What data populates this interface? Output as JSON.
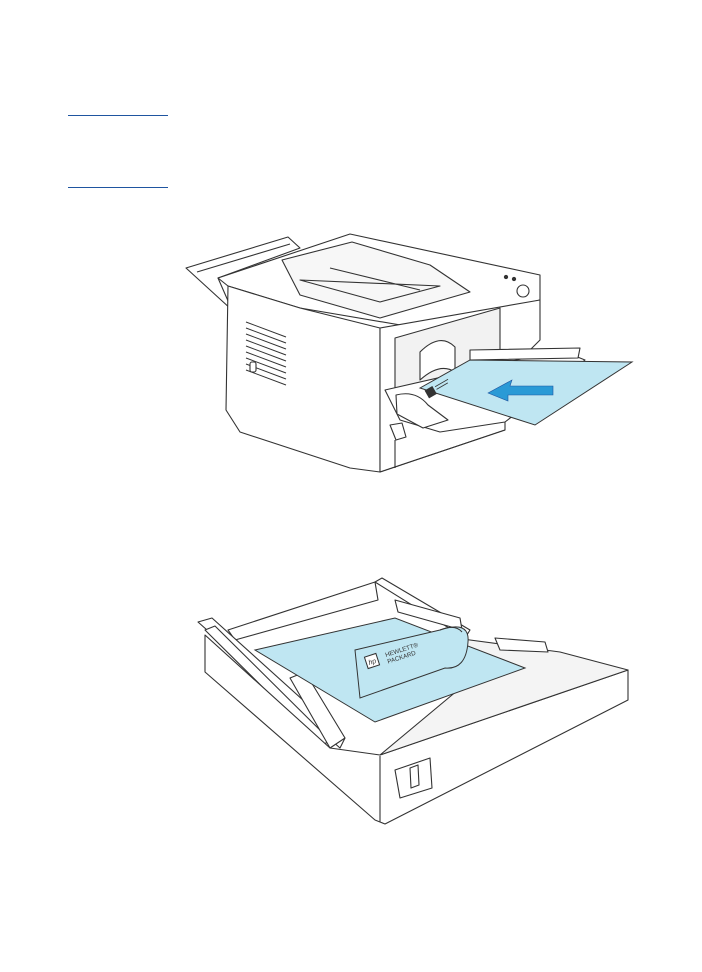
{
  "tray_paper_label": {
    "brand_line1": "HEWLETT®",
    "brand_line2": "PACKARD",
    "logo_glyph": "hp"
  },
  "colors": {
    "rule": "#1f55a0",
    "paper": "#bfe6f2",
    "arrow": "#2a9ad6",
    "outline": "#333333"
  },
  "icons": [
    "feed-direction-arrow-icon",
    "hp-logo-icon"
  ]
}
